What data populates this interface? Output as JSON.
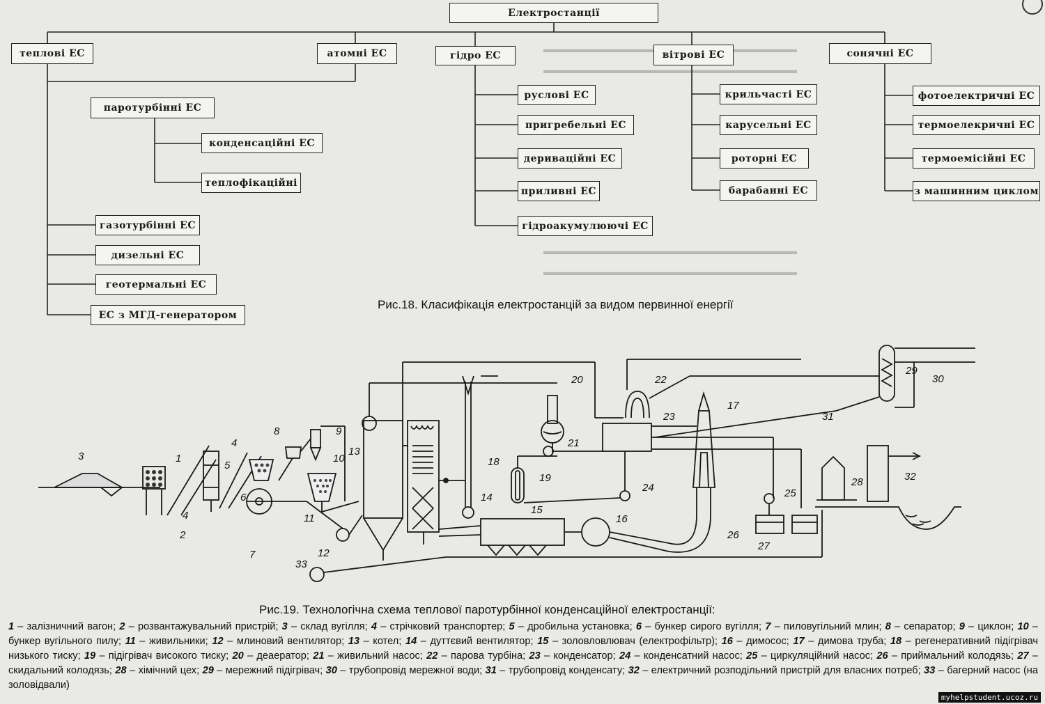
{
  "tree": {
    "root": "Електростанції",
    "categories": {
      "thermal": "теплові ЕС",
      "nuclear": "атомні ЕС",
      "hydro": "гідро ЕС",
      "wind": "вітрові ЕС",
      "solar": "сонячні ЕС"
    },
    "thermal": {
      "steam": "паротурбінні ЕС",
      "condensing": "конденсаційні ЕС",
      "heating": "теплофікаційні",
      "gas_turbine": "газотурбінні ЕС",
      "diesel": "дизельні ЕС",
      "geothermal": "геотермальні ЕС",
      "mhd": "ЕС з МГД-генератором"
    },
    "hydro": [
      "руслові ЕС",
      "пригребельні ЕС",
      "дериваційні ЕС",
      "приливні ЕС",
      "гідроакумулюючі ЕС"
    ],
    "wind": [
      "крильчасті ЕС",
      "карусельні ЕС",
      "роторні ЕС",
      "барабанні ЕС"
    ],
    "solar": [
      "фотоелектричні ЕС",
      "термоелекричні ЕС",
      "термоемісійні ЕС",
      "з машинним циклом"
    ]
  },
  "caption18": "Рис.18. Класифікація електростанцій за видом первинної енергії",
  "caption19": "Рис.19. Технологічна схема теплової паротурбінної конденсаційної електростанції:",
  "scheme_numbers": [
    "1",
    "2",
    "3",
    "4",
    "5",
    "6",
    "7",
    "8",
    "9",
    "10",
    "11",
    "12",
    "13",
    "14",
    "15",
    "16",
    "17",
    "18",
    "19",
    "20",
    "21",
    "22",
    "23",
    "24",
    "25",
    "26",
    "27",
    "28",
    "29",
    "30",
    "31",
    "32",
    "33",
    "4"
  ],
  "legend": [
    {
      "n": "1",
      "t": "залізничний вагон"
    },
    {
      "n": "2",
      "t": "розвантажувальний пристрій"
    },
    {
      "n": "3",
      "t": "склад вугілля"
    },
    {
      "n": "4",
      "t": "стрічковий транспортер"
    },
    {
      "n": "5",
      "t": "дробильна установка"
    },
    {
      "n": "6",
      "t": "бункер сирого вугілля"
    },
    {
      "n": "7",
      "t": "пиловугільний млин"
    },
    {
      "n": "8",
      "t": "сепаратор"
    },
    {
      "n": "9",
      "t": "циклон"
    },
    {
      "n": "10",
      "t": "бункер вугільного пилу"
    },
    {
      "n": "11",
      "t": "живильники"
    },
    {
      "n": "12",
      "t": "млиновий вентилятор"
    },
    {
      "n": "13",
      "t": "котел"
    },
    {
      "n": "14",
      "t": "дуттєвий вентилятор"
    },
    {
      "n": "15",
      "t": "золовловлювач (електрофільтр)"
    },
    {
      "n": "16",
      "t": "димосос"
    },
    {
      "n": "17",
      "t": "димова труба"
    },
    {
      "n": "18",
      "t": "регенеративний підігрівач низького тиску"
    },
    {
      "n": "19",
      "t": "підігрівач високого тиску"
    },
    {
      "n": "20",
      "t": "деаератор"
    },
    {
      "n": "21",
      "t": "живильний насос"
    },
    {
      "n": "22",
      "t": "парова турбіна"
    },
    {
      "n": "23",
      "t": "конденсатор"
    },
    {
      "n": "24",
      "t": "конденсатний насос"
    },
    {
      "n": "25",
      "t": "циркуляційний насос"
    },
    {
      "n": "26",
      "t": "приймальний колодязь"
    },
    {
      "n": "27",
      "t": "скидальний колодязь"
    },
    {
      "n": "28",
      "t": "хімічний цех"
    },
    {
      "n": "29",
      "t": "мережний підігрівач"
    },
    {
      "n": "30",
      "t": "трубопровід мережної води"
    },
    {
      "n": "31",
      "t": "трубопровід конденсату"
    },
    {
      "n": "32",
      "t": "електричний розподільний пристрій для власних потреб"
    },
    {
      "n": "33",
      "t": "багерний насос (на золовідвали)"
    }
  ],
  "watermark": "myhelpstudent.ucoz.ru"
}
